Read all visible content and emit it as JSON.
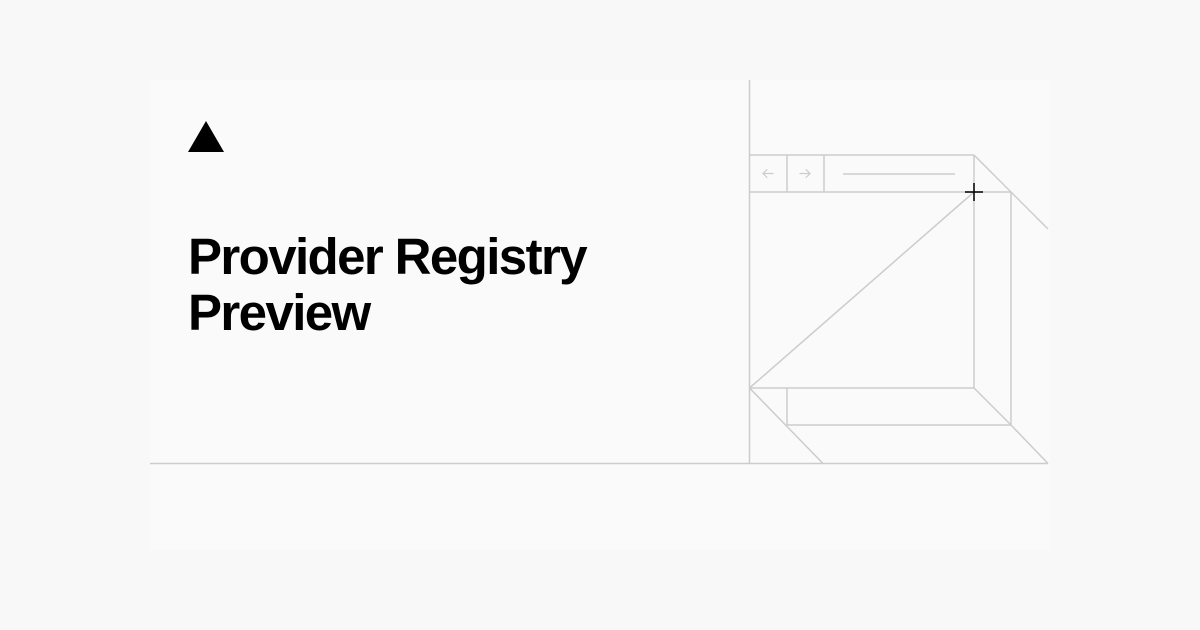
{
  "title": {
    "line1": "Provider Registry",
    "line2": "Preview"
  },
  "logo": {
    "icon": "triangle-logo-icon",
    "color": "#000000"
  },
  "illustration": {
    "type": "browser-wireframe",
    "line_color": "#cccccc",
    "cursor_color": "#000000",
    "back_arrow": "←",
    "forward_arrow": "→"
  },
  "colors": {
    "background": "#f8f8f8",
    "panel": "#fafafa",
    "text": "#000000"
  }
}
